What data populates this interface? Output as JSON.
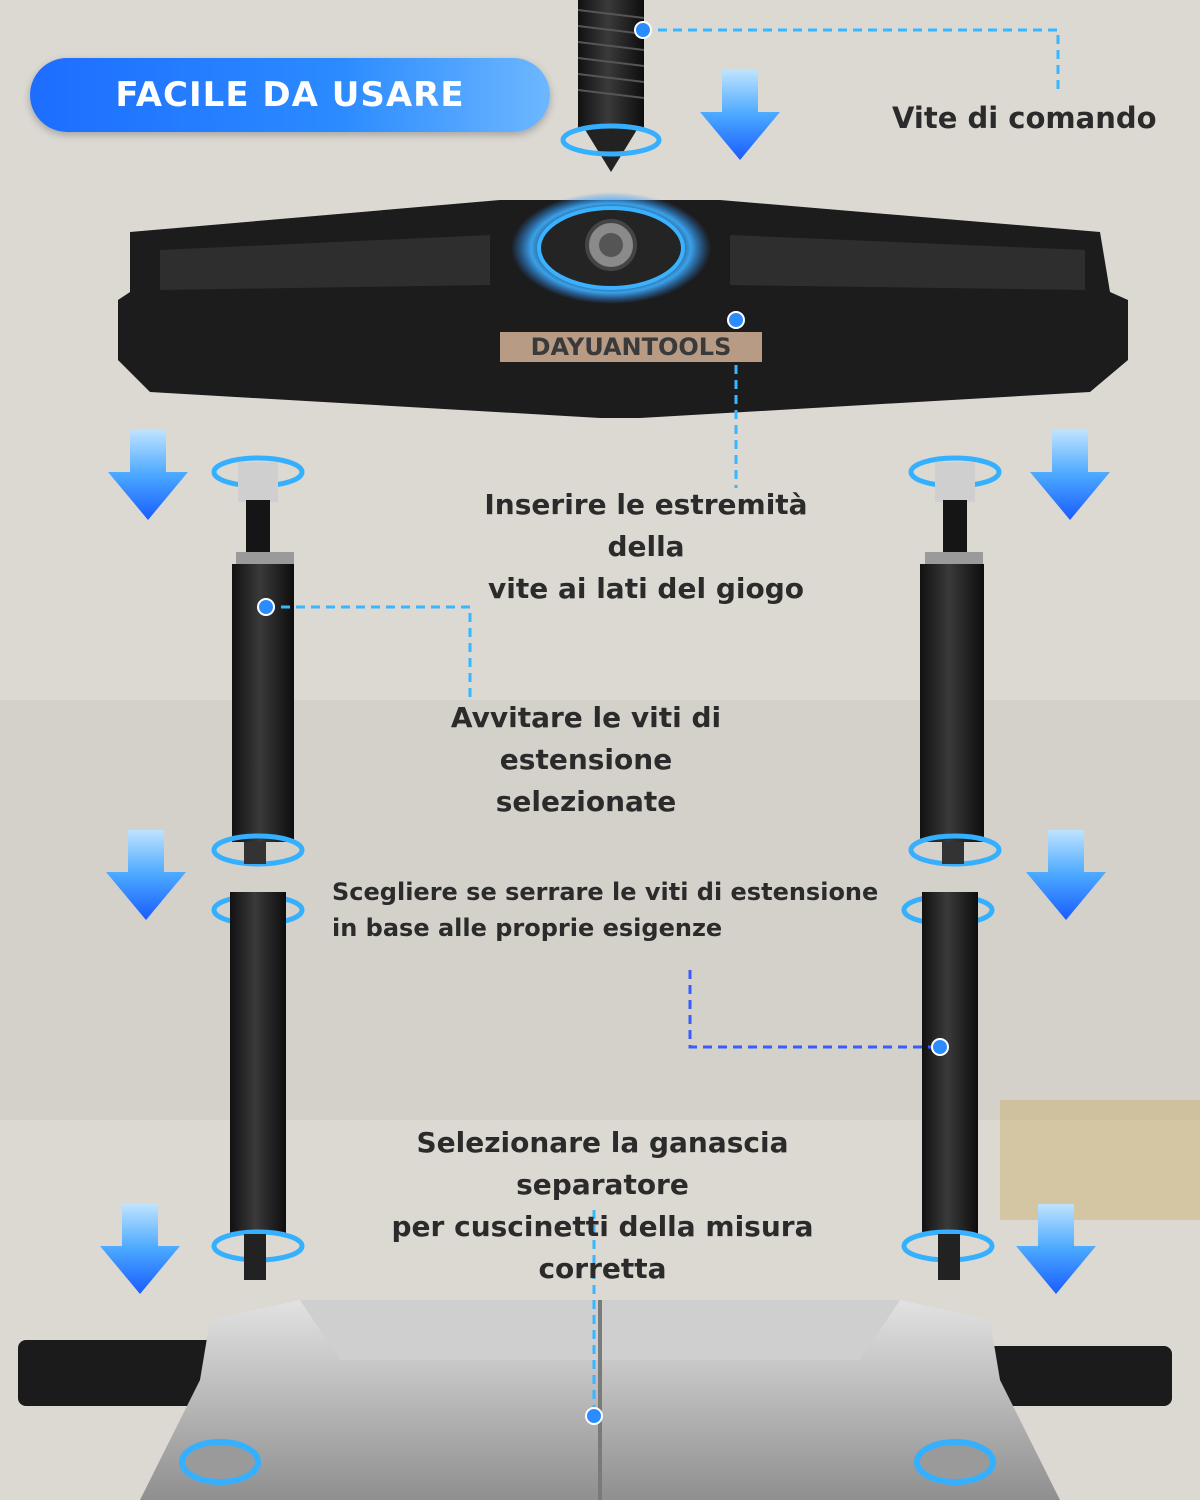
{
  "badge": {
    "label": "FACILE DA USARE"
  },
  "brand": "DAYUANTOOLS",
  "labels": {
    "forcing_screw": "Vite di comando",
    "insert_ends_l1": "Inserire le estremità della",
    "insert_ends_l2": "vite ai lati del giogo",
    "screw_ext_l1": "Avvitare le viti di estensione",
    "screw_ext_l2": "selezionate",
    "tighten_l1": "Scegliere se serrare le viti di estensione",
    "tighten_l2": "in base alle proprie esigenze",
    "select_jaw_l1": "Selezionare la ganascia separatore",
    "select_jaw_l2": "per cuscinetti della misura corretta"
  },
  "colors": {
    "accent": "#2a8cff",
    "leader": "#38b6ff",
    "leader_dark": "#3a5cff",
    "steel_dark": "#1e1e1e",
    "steel_light": "#bdbdbd"
  },
  "icons": [
    "arrow-down-icon",
    "ring-highlight-icon",
    "leader-dot-icon"
  ]
}
